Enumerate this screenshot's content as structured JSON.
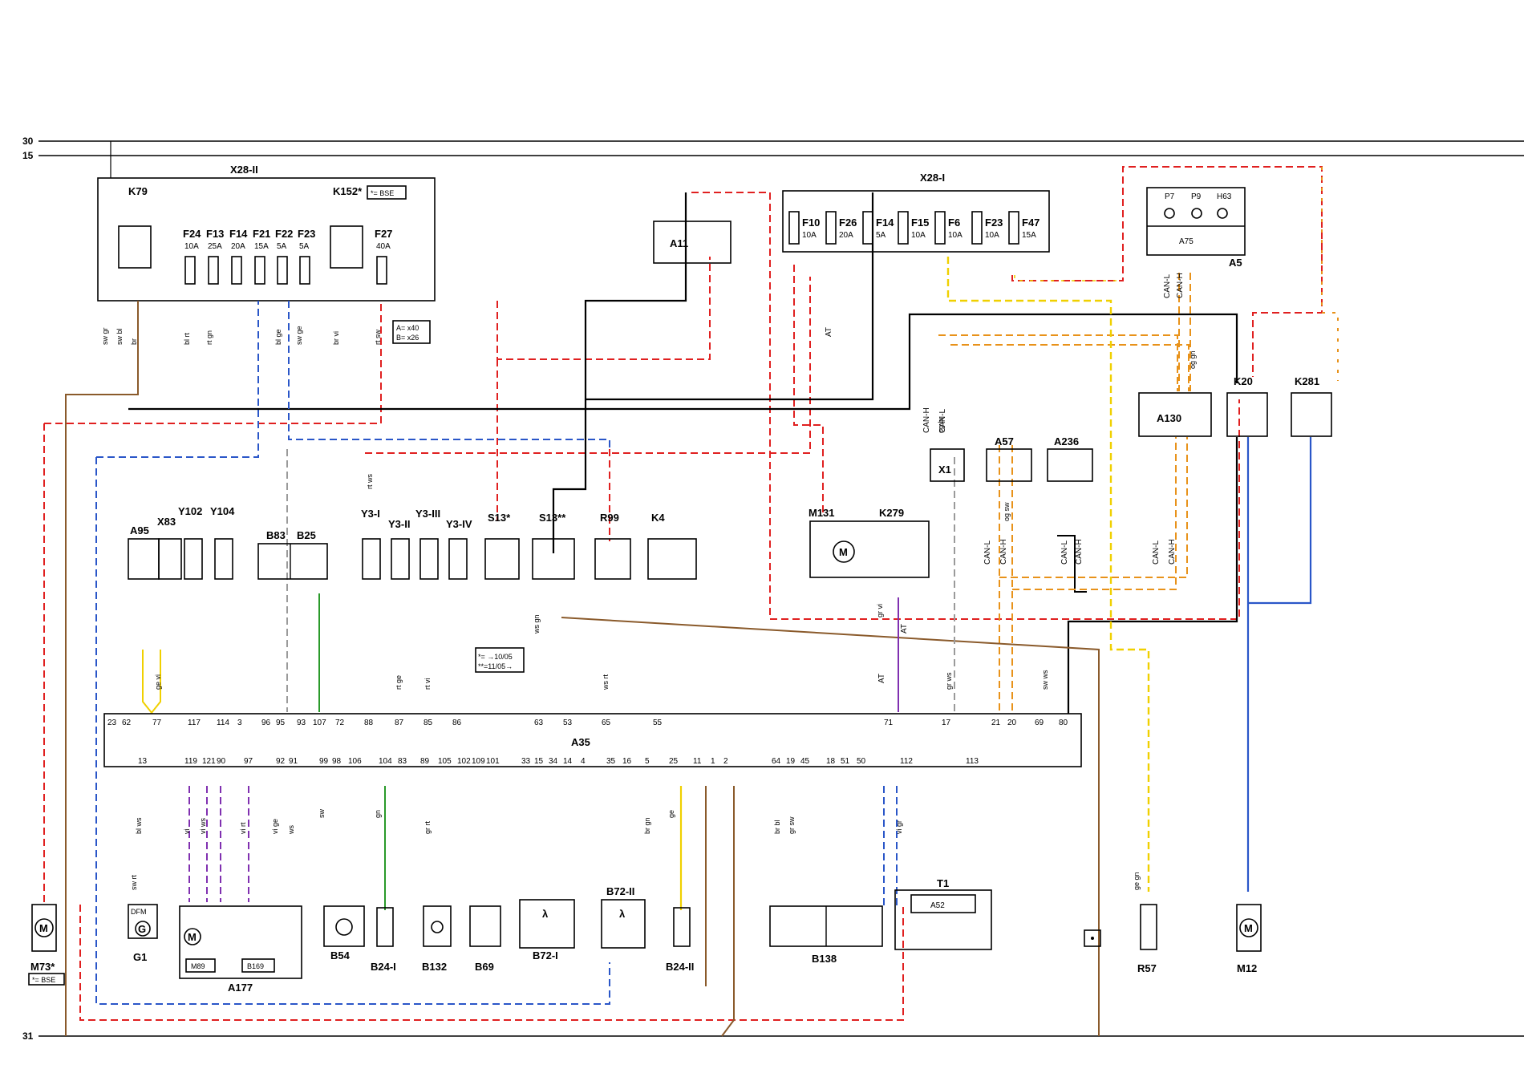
{
  "rails": {
    "r30": "30",
    "r15": "15",
    "r31": "31"
  },
  "x28ii": {
    "title": "X28-II",
    "k79": "K79",
    "k152": "K152*",
    "bse_note": "*= BSE",
    "fuses": [
      {
        "name": "F24",
        "rating": "10A"
      },
      {
        "name": "F13",
        "rating": "25A"
      },
      {
        "name": "F14",
        "rating": "20A"
      },
      {
        "name": "F21",
        "rating": "15A"
      },
      {
        "name": "F22",
        "rating": "5A"
      },
      {
        "name": "F23",
        "rating": "5A"
      },
      {
        "name": "F27",
        "rating": "40A"
      }
    ],
    "connector_note_a": "A= x40",
    "connector_note_b": "B= x26"
  },
  "x28i": {
    "title": "X28-I",
    "fuses": [
      {
        "name": "F10",
        "rating": "10A"
      },
      {
        "name": "F26",
        "rating": "20A"
      },
      {
        "name": "F14",
        "rating": "5A"
      },
      {
        "name": "F15",
        "rating": "10A"
      },
      {
        "name": "F6",
        "rating": "10A"
      },
      {
        "name": "F23",
        "rating": "10A"
      },
      {
        "name": "F47",
        "rating": "15A"
      }
    ]
  },
  "components": {
    "a11": "A11",
    "a5": "A5",
    "a75": "A75",
    "p7": "P7",
    "p9": "P9",
    "h63": "H63",
    "a130": "A130",
    "k20": "K20",
    "k281": "K281",
    "x1": "X1",
    "a57": "A57",
    "a236": "A236",
    "m131": "M131",
    "k279": "K279",
    "a95": "A95",
    "x83": "X83",
    "y102": "Y102",
    "y104": "Y104",
    "b83": "B83",
    "b25": "B25",
    "y3i": "Y3-I",
    "y3ii": "Y3-II",
    "y3iii": "Y3-III",
    "y3iv": "Y3-IV",
    "s13a": "S13*",
    "s13b": "S13**",
    "r99": "R99",
    "k4": "K4",
    "a35": "A35",
    "m73": "M73*",
    "m73_note": "*= BSE",
    "g1": "G1",
    "a177": "A177",
    "m89": "M89",
    "b169": "B169",
    "b54": "B54",
    "b24i": "B24-I",
    "b132": "B132",
    "b69": "B69",
    "b72i": "B72-I",
    "b72ii": "B72-II",
    "b24ii": "B24-II",
    "b138": "B138",
    "t1": "T1",
    "a52": "A52",
    "r57": "R57",
    "m12": "M12",
    "dfm": "DFM"
  },
  "notes": {
    "s13_note1": "*= →10/05",
    "s13_note2": "**=11/05→"
  },
  "a35_top_pins": [
    "23",
    "62",
    "77",
    "117",
    "114",
    "3",
    "96",
    "95",
    "93",
    "107",
    "72",
    "88",
    "87",
    "85",
    "86",
    "63",
    "53",
    "65",
    "55",
    "71",
    "17",
    "21",
    "20",
    "69",
    "80"
  ],
  "a35_bottom_pins": [
    "13",
    "119",
    "121",
    "90",
    "97",
    "92",
    "91",
    "99",
    "98",
    "106",
    "104",
    "83",
    "89",
    "105",
    "102",
    "109",
    "101",
    "33",
    "15",
    "34",
    "14",
    "4",
    "35",
    "16",
    "5",
    "25",
    "11",
    "1",
    "2",
    "64",
    "19",
    "45",
    "18",
    "51",
    "50",
    "112",
    "113"
  ],
  "wire_labels": {
    "can_l": "CAN-L",
    "can_h": "CAN-H",
    "at": "AT",
    "sw_gr": "sw gr",
    "sw_bl": "sw bl",
    "br": "br",
    "bl_rt": "bl rt",
    "rt_gn": "rt gn",
    "bl_ge": "bl ge",
    "sw_ge": "sw ge",
    "br_vi": "br vi",
    "rt_sw": "rt sw",
    "rt_ws": "rt ws",
    "rt_ge": "rt ge",
    "rt_vi": "rt vi",
    "ws_gn": "ws gn",
    "ws_rt": "ws rt",
    "gr_vi": "gr vi",
    "gr_ws": "gr ws",
    "og_br": "og br",
    "og_sw": "og sw",
    "og_gn": "og gn",
    "sw_ws": "sw ws",
    "vi": "vi",
    "ws": "ws",
    "sw": "sw",
    "gn": "gn",
    "ge": "ge",
    "bl_ws": "bl ws",
    "vi_ws": "vi ws",
    "vi_ge": "vi ge",
    "vi_rt": "vi rt",
    "gr_rt": "gr rt",
    "br_bl": "br bl",
    "br_gn": "br gn",
    "ge_vi": "ge vi",
    "vi_gr": "vi gr",
    "gr_sw": "gr sw",
    "sw_rt": "sw rt",
    "ge_gn": "ge gn"
  },
  "wire_colors": {
    "red": "#e02020",
    "blue": "#2a56c8",
    "brown": "#8a5a2b",
    "green": "#2a9a2a",
    "yellow": "#f0d000",
    "orange": "#e8921a",
    "violet": "#8030b0",
    "grey": "#9a9a9a",
    "black": "#000000",
    "white": "#dddddd"
  }
}
